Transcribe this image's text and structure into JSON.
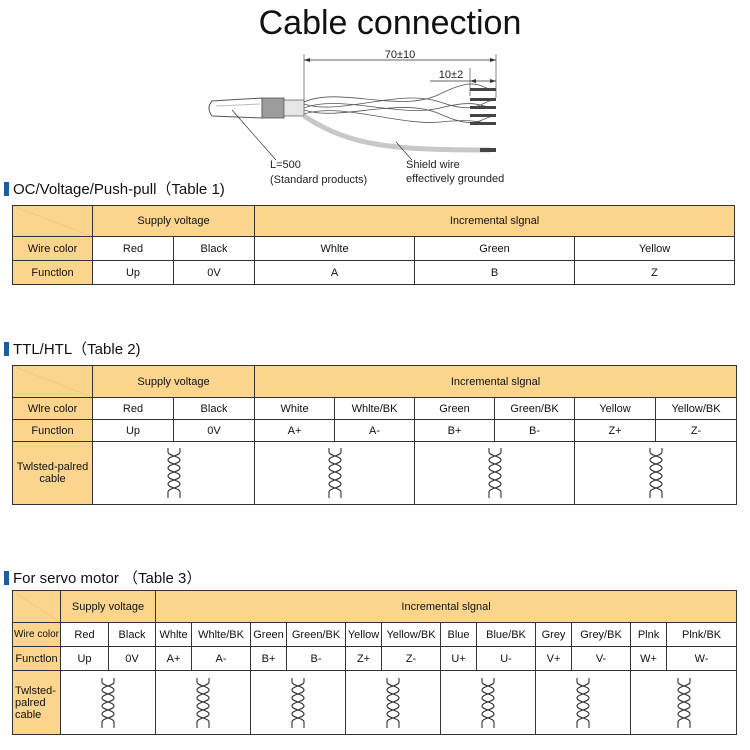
{
  "page": {
    "title": "Cable connection"
  },
  "diagram": {
    "dim_total": "70±10",
    "dim_strip": "10±2",
    "length_label": "L=500",
    "length_note": "(Standard products)",
    "shield_label_1": "Shield wire",
    "shield_label_2": "effectively grounded"
  },
  "table1": {
    "heading": "OC/Voltage/Push-pull（Table 1)",
    "supply_header": "Supply voltage",
    "signal_header": "Incremental slgnal",
    "row_wire_label": "Wire color",
    "row_function_label": "Functlon",
    "wire_colors": [
      "Red",
      "Black",
      "Whlte",
      "Green",
      "Yellow"
    ],
    "functions": [
      "Up",
      "0V",
      "A",
      "B",
      "Z"
    ]
  },
  "table2": {
    "heading": "TTL/HTL（Table 2)",
    "supply_header": "Supply voltage",
    "signal_header": "Incremental slgnal",
    "row_wire_label": "Wlre color",
    "row_function_label": "Functlon",
    "row_twisted_label": "Twlsted-palred cable",
    "wire_colors": [
      "Red",
      "Black",
      "White",
      "Whlte/BK",
      "Green",
      "Green/BK",
      "Yellow",
      "Yellow/BK"
    ],
    "functions": [
      "Up",
      "0V",
      "A+",
      "A-",
      "B+",
      "B-",
      "Z+",
      "Z-"
    ]
  },
  "table3": {
    "heading": "For servo motor （Table 3）",
    "supply_header": "Supply voltage",
    "signal_header": "Incremental slgnal",
    "row_wire_label": "Wire color",
    "row_function_label": "Functlon",
    "row_twisted_label": "Twlsted-palred cable",
    "wire_colors": [
      "Red",
      "Black",
      "Whlte",
      "Whlte/BK",
      "Green",
      "Green/BK",
      "Yellow",
      "Yellow/BK",
      "Blue",
      "Blue/BK",
      "Grey",
      "Grey/BK",
      "Plnk",
      "Plnk/BK"
    ],
    "functions": [
      "Up",
      "0V",
      "A+",
      "A-",
      "B+",
      "B-",
      "Z+",
      "Z-",
      "U+",
      "U-",
      "V+",
      "V-",
      "W+",
      "W-"
    ]
  }
}
